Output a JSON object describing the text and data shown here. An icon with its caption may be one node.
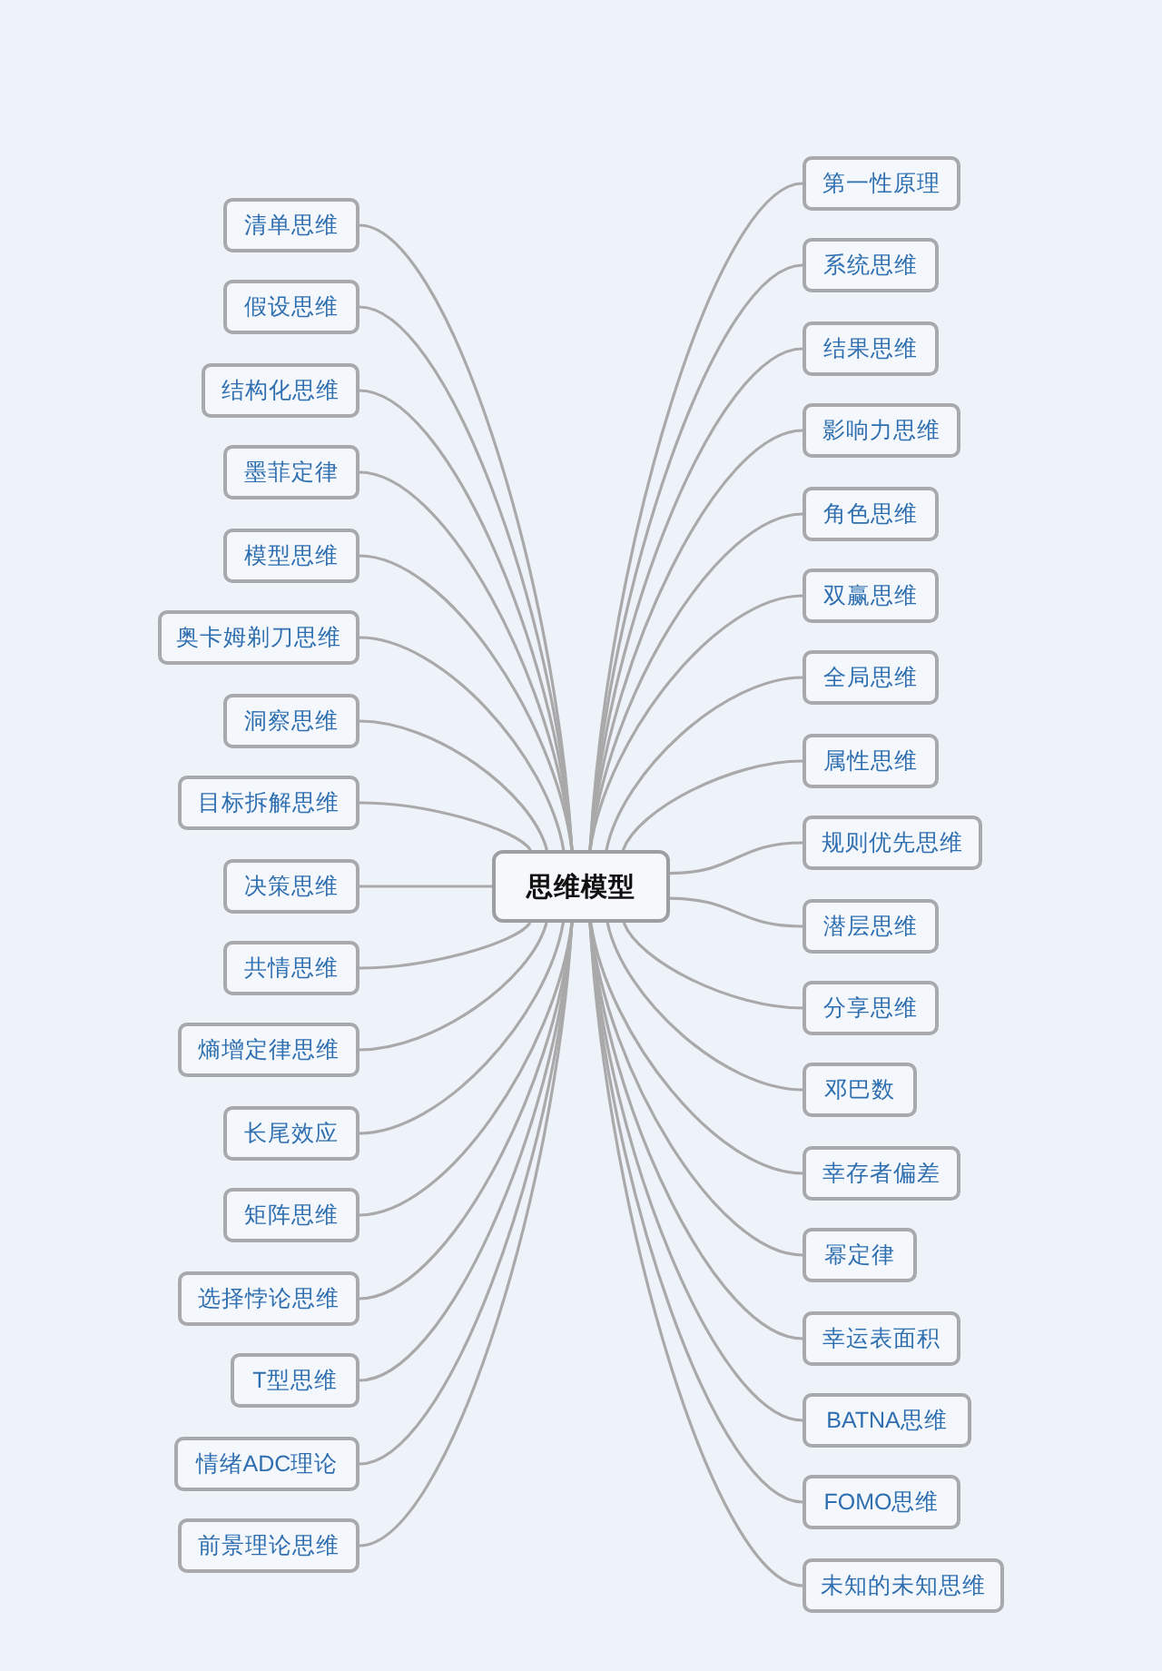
{
  "diagram": {
    "nodes": [
      {
        "text": [
          "思维模型"
        ]
      },
      {
        "text": [
          "清单思维"
        ]
      },
      {
        "text": [
          "假设思维"
        ]
      },
      {
        "text": [
          "结构化思维"
        ]
      },
      {
        "text": [
          "墨菲定律"
        ]
      },
      {
        "text": [
          "模型思维"
        ]
      },
      {
        "text": [
          "奥卡姆剃刀思维"
        ]
      },
      {
        "text": [
          "洞察思维"
        ]
      },
      {
        "text": [
          "目标拆解思维"
        ]
      },
      {
        "text": [
          "决策思维"
        ]
      },
      {
        "text": [
          "共情思维"
        ]
      },
      {
        "text": [
          "熵增定律思维"
        ]
      },
      {
        "text": [
          "长尾效应"
        ]
      },
      {
        "text": [
          "矩阵思维"
        ]
      },
      {
        "text": [
          "选择悖论思维"
        ]
      },
      {
        "text": [
          "T型思维"
        ]
      },
      {
        "text": [
          "情绪ADC理论"
        ]
      },
      {
        "text": [
          "前景理论思维"
        ]
      },
      {
        "text": [
          "第一性原理"
        ]
      },
      {
        "text": [
          "系统思维"
        ]
      },
      {
        "text": [
          "结果思维"
        ]
      },
      {
        "text": [
          "影响力思维"
        ]
      },
      {
        "text": [
          "角色思维"
        ]
      },
      {
        "text": [
          "双赢思维"
        ]
      },
      {
        "text": [
          "全局思维"
        ]
      },
      {
        "text": [
          "属性思维"
        ]
      },
      {
        "text": [
          "规则优先思维"
        ]
      },
      {
        "text": [
          "潜层思维"
        ]
      },
      {
        "text": [
          "分享思维"
        ]
      },
      {
        "text": [
          "邓巴数"
        ]
      },
      {
        "text": [
          "幸存者偏差"
        ]
      },
      {
        "text": [
          "幂定律"
        ]
      },
      {
        "text": [
          "幸运表面积"
        ]
      },
      {
        "text": [
          "BATNA思维"
        ]
      },
      {
        "text": [
          "FOMO思维"
        ]
      },
      {
        "text": [
          "未知的未知思维"
        ]
      }
    ],
    "edges": [
      {
        "from": 0,
        "to": 1,
        "arrow": "none"
      },
      {
        "from": 0,
        "to": 2,
        "arrow": "none"
      },
      {
        "from": 0,
        "to": 3,
        "arrow": "none"
      },
      {
        "from": 0,
        "to": 4,
        "arrow": "none"
      },
      {
        "from": 0,
        "to": 5,
        "arrow": "none"
      },
      {
        "from": 0,
        "to": 6,
        "arrow": "none"
      },
      {
        "from": 0,
        "to": 7,
        "arrow": "none"
      },
      {
        "from": 0,
        "to": 8,
        "arrow": "none"
      },
      {
        "from": 0,
        "to": 9,
        "arrow": "none"
      },
      {
        "from": 0,
        "to": 10,
        "arrow": "none"
      },
      {
        "from": 0,
        "to": 11,
        "arrow": "none"
      },
      {
        "from": 0,
        "to": 12,
        "arrow": "none"
      },
      {
        "from": 0,
        "to": 13,
        "arrow": "none"
      },
      {
        "from": 0,
        "to": 14,
        "arrow": "none"
      },
      {
        "from": 0,
        "to": 15,
        "arrow": "none"
      },
      {
        "from": 0,
        "to": 16,
        "arrow": "none"
      },
      {
        "from": 0,
        "to": 17,
        "arrow": "none"
      },
      {
        "from": 0,
        "to": 18,
        "arrow": "none"
      },
      {
        "from": 0,
        "to": 19,
        "arrow": "none"
      },
      {
        "from": 0,
        "to": 20,
        "arrow": "none"
      },
      {
        "from": 0,
        "to": 21,
        "arrow": "none"
      },
      {
        "from": 0,
        "to": 22,
        "arrow": "none"
      },
      {
        "from": 0,
        "to": 23,
        "arrow": "none"
      },
      {
        "from": 0,
        "to": 24,
        "arrow": "none"
      },
      {
        "from": 0,
        "to": 25,
        "arrow": "none"
      },
      {
        "from": 0,
        "to": 26,
        "arrow": "none"
      },
      {
        "from": 0,
        "to": 27,
        "arrow": "none"
      },
      {
        "from": 0,
        "to": 28,
        "arrow": "none"
      },
      {
        "from": 0,
        "to": 29,
        "arrow": "none"
      },
      {
        "from": 0,
        "to": 30,
        "arrow": "none"
      },
      {
        "from": 0,
        "to": 31,
        "arrow": "none"
      },
      {
        "from": 0,
        "to": 32,
        "arrow": "none"
      },
      {
        "from": 0,
        "to": 33,
        "arrow": "none"
      },
      {
        "from": 0,
        "to": 34,
        "arrow": "none"
      },
      {
        "from": 0,
        "to": 35,
        "arrow": "none"
      }
    ]
  }
}
